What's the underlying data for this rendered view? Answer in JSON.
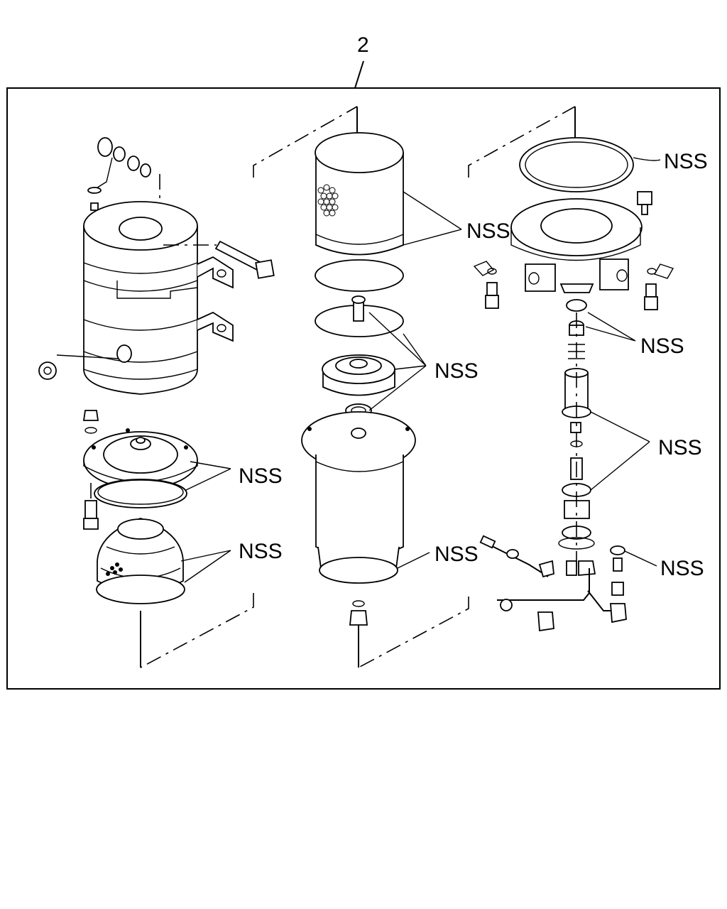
{
  "diagram": {
    "assembly_number": "2",
    "callouts": [
      {
        "id": "nss-ring-top-right",
        "text": "NSS"
      },
      {
        "id": "nss-filter-element",
        "text": "NSS"
      },
      {
        "id": "nss-center-seals",
        "text": "NSS"
      },
      {
        "id": "nss-right-orings-upper",
        "text": "NSS"
      },
      {
        "id": "nss-right-orings-lower",
        "text": "NSS"
      },
      {
        "id": "nss-left-cover-gasket",
        "text": "NSS"
      },
      {
        "id": "nss-left-bowl-seal",
        "text": "NSS"
      },
      {
        "id": "nss-center-bowl-seal",
        "text": "NSS"
      },
      {
        "id": "nss-right-washer",
        "text": "NSS"
      }
    ]
  }
}
